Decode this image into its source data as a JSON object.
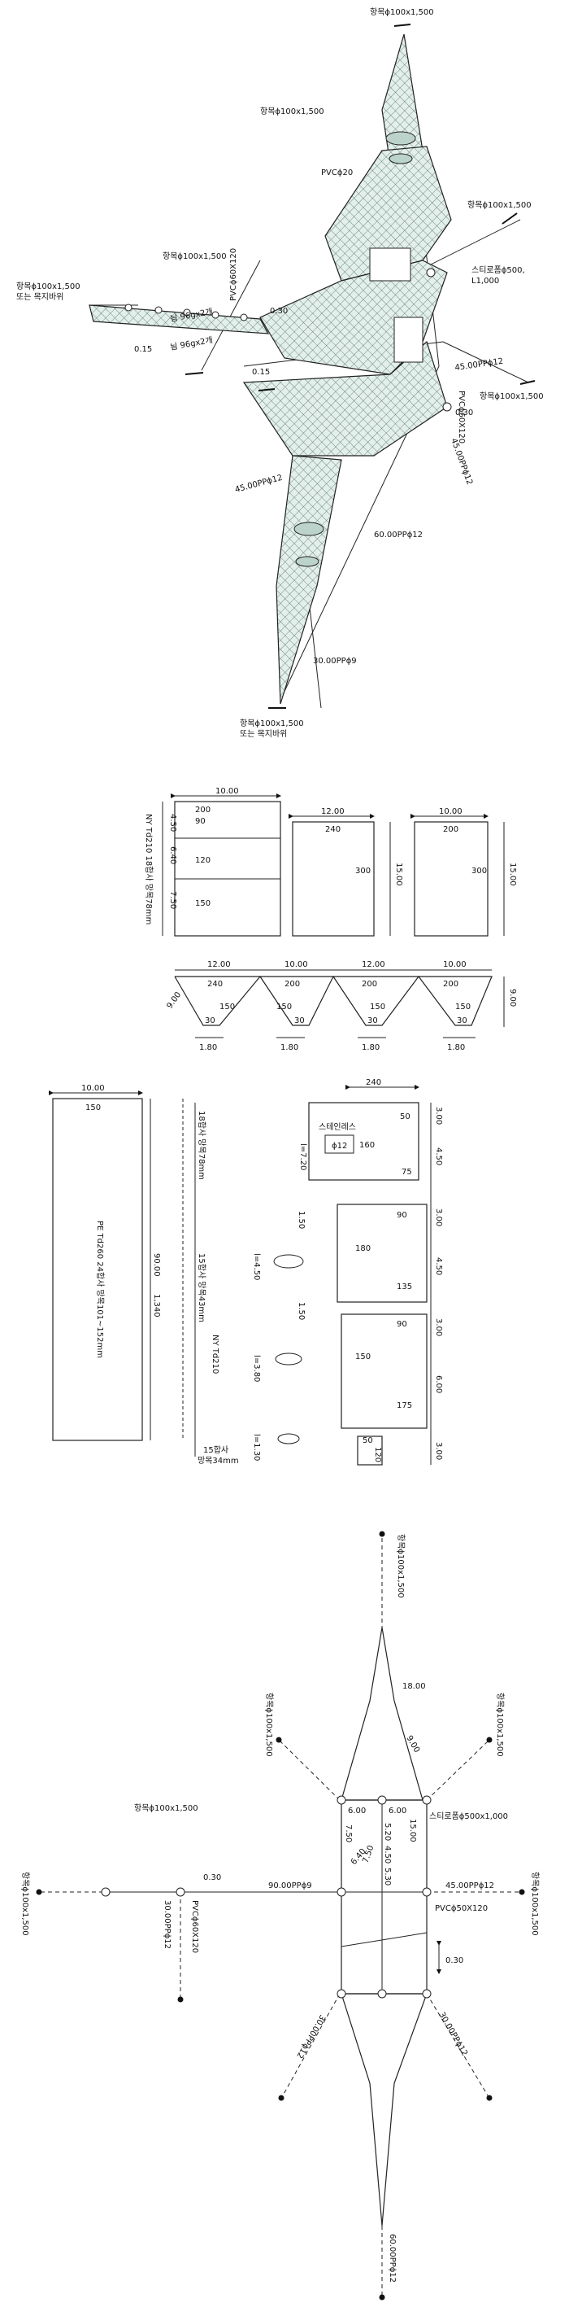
{
  "top": {
    "anchor_top": "항목ϕ100x1,500",
    "anchor_mid": "항목ϕ100x1,500",
    "anchor_right": "항목ϕ100x1,500",
    "anchor_left": "항목ϕ100x1,500",
    "anchor_left2": "또는 목지바위",
    "anchor_wing": "항목ϕ100x1,500",
    "anchor_right_low": "항목ϕ100x1,500",
    "anchor_bottom": "항목ϕ100x1,500",
    "anchor_bottom2": "또는 목지바위",
    "pvc20": "PVCϕ20",
    "styro1": "스티로폼ϕ500,",
    "styro2": "L1,000",
    "net_a": "늼 96gx2개",
    "net_b": "늼 96gx2개",
    "pvc_frame_a": "PVCϕ60X120",
    "pvc_frame_b": "PVCϕ60X120",
    "d030a": "0.30",
    "d015a": "0.15",
    "d015b": "0.15",
    "d030b": "0.30",
    "rope45a": "45.00PPϕ12",
    "rope45b": "45.00PPϕ12",
    "rope45c": "45.00PPϕ12",
    "rope60": "60.00PPϕ12",
    "rope30": "30.00PPϕ9"
  },
  "panels": {
    "d1": "10.00",
    "d1_w": "200",
    "d1_r1": "90",
    "d1_r2": "120",
    "d1_r3": "150",
    "d1_h1": "4.50",
    "d1_h2": "6.40",
    "d1_h3": "7.50",
    "d2": "12.00",
    "d2_w": "240",
    "d2_r": "300",
    "d2_h": "15.00",
    "d3": "10.00",
    "d3_w": "200",
    "d3_r": "300",
    "d3_h": "15.00",
    "vert_label": "NY Td210 18합사 망목78mm",
    "tri_d": [
      "12.00",
      "10.00",
      "12.00",
      "10.00"
    ],
    "tri_w": [
      "240",
      "200",
      "200",
      "200"
    ],
    "tri_slant": "9.00",
    "tri_h": "9.00",
    "tri_in": [
      "150",
      "150",
      "150",
      "150"
    ],
    "tri_bot": [
      "30",
      "30",
      "30",
      "30"
    ],
    "tri_bd": [
      "1.80",
      "1.80",
      "1.80",
      "1.80"
    ]
  },
  "trap": {
    "d_top": "10.00",
    "w_top": "150",
    "vert_label": "PE Td260 24합사 망목101~152mm",
    "h1": "90.00",
    "h2": "1,340",
    "label_18": "18합사 망목78mm",
    "label_15": "15합사 망목43mm",
    "label_nylon": "NY Td210",
    "label_15b": "15합사",
    "label_15c": "망목34mm",
    "stainless": "스테인레스",
    "phi12": "ϕ12",
    "l720": "l=7.20",
    "l450": "l=4.50",
    "l380": "l=3.80",
    "l130": "l=1.30",
    "gap150a": "1.50",
    "gap150b": "1.50",
    "w240": "240",
    "s1": [
      "50",
      "160",
      "75"
    ],
    "s2": [
      "90",
      "180",
      "135"
    ],
    "s3": [
      "90",
      "150",
      "175"
    ],
    "s4": [
      "50",
      "120"
    ],
    "rh": [
      "3.00",
      "4.50",
      "3.00",
      "4.50",
      "3.00",
      "6.00",
      "3.00"
    ]
  },
  "plan": {
    "anchor_top": "항목ϕ100x1,500",
    "anchor_nw": "항목ϕ100x1,500",
    "anchor_ne": "항목ϕ100x1,500",
    "anchor_w": "항목ϕ100x1,500",
    "anchor_w2": "항목ϕ100x1,500",
    "anchor_e": "항목ϕ100x1,500",
    "d18": "18.00",
    "d9": "9.00",
    "d15": "15.00",
    "d6a": "6.00",
    "d6b": "6.00",
    "d520": "5.20",
    "d450": "4.50",
    "d530": "5.30",
    "d750a": "7.50",
    "d640": "6.40",
    "d750b": "7.50",
    "styro": "스티로폼ϕ500x1,000",
    "rope90": "90.00PPϕ9",
    "rope45": "45.00PPϕ12",
    "pvc_e": "PVCϕ50X120",
    "pvc_w": "PVCϕ60X120",
    "d030a": "0.30",
    "d030b": "0.30",
    "rope30w": "30.00PPϕ12",
    "rope30sw": "30.00PPϕ12",
    "rope30se": "30.00PPϕ12",
    "rope60": "60.00PPϕ12"
  }
}
